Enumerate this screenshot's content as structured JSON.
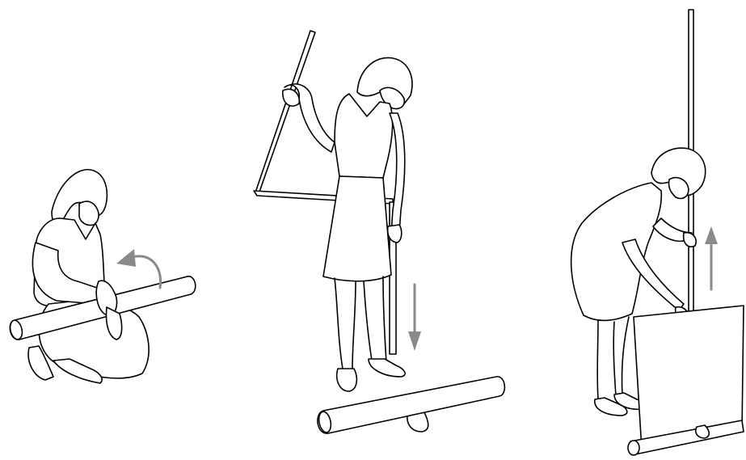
{
  "diagram": {
    "steps": [
      {
        "id": 1,
        "action": "unroll-tube",
        "arrow": "curved-rotate"
      },
      {
        "id": 2,
        "action": "insert-pole",
        "arrow": "down"
      },
      {
        "id": 3,
        "action": "lift-banner",
        "arrow": "up"
      }
    ],
    "colors": {
      "line": "#000000",
      "arrow": "#8a8a8a",
      "background": "#ffffff"
    }
  }
}
